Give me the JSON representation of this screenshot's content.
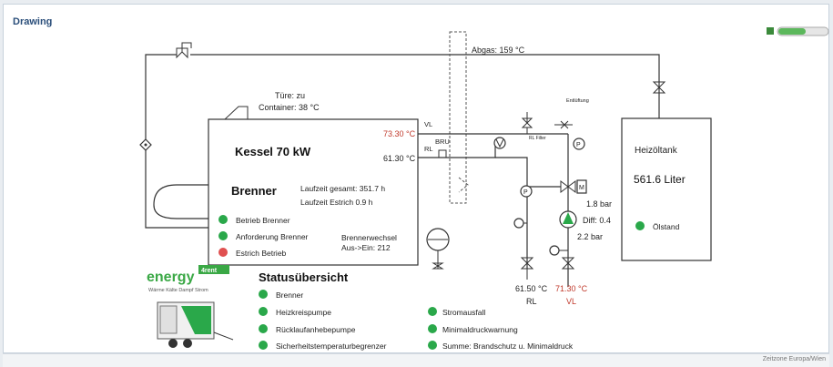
{
  "panel": {
    "title": "Drawing"
  },
  "footer": {
    "text": "Zeitzone Europa/Wien"
  },
  "colors": {
    "ok": "#2aa84a",
    "fault": "#e05050",
    "accent_text": "#c0392b",
    "brand": "#3aa845"
  },
  "diagram": {
    "abgas": "Abgas: 159 °C",
    "tuere": "Türe: zu",
    "container": "Container: 38 °C",
    "kessel": "Kessel 70 kW",
    "brenner": "Brenner",
    "laufzeit_gesamt": "Laufzeit gesamt: 351.7 h",
    "laufzeit_estrich": "Laufzeit Estrich 0.9 h",
    "vl_label": "VL",
    "rl_label": "RL",
    "bru_label": "BRU",
    "vl_temp": "73.30 °C",
    "rl_temp": "61.30 °C",
    "entlueftung": "Entlüftung",
    "rl_filter": "RL Filter",
    "pressure_top": "1.8 bar",
    "diff": "Diff: 0.4",
    "pressure_bottom": "2.2 bar",
    "rl_out_temp": "61.50 °C",
    "vl_out_temp": "71.30 °C",
    "rl_out_label": "RL",
    "vl_out_label": "VL",
    "brennerwechsel": "Brennerwechsel",
    "aus_ein": "Aus->Ein: 212",
    "tank_title": "Heizöltank",
    "tank_level": "561.6 Liter",
    "tank_status": "Ölstand"
  },
  "burner_status": [
    {
      "label": "Betrieb Brenner",
      "state": "ok"
    },
    {
      "label": "Anforderung Brenner",
      "state": "ok"
    },
    {
      "label": "Estrich Betrieb",
      "state": "fault"
    }
  ],
  "status": {
    "title": "Statusübersicht",
    "col1": [
      {
        "label": "Brenner"
      },
      {
        "label": "Heizkreispumpe"
      },
      {
        "label": "Rücklaufanhebepumpe"
      },
      {
        "label": "Sicherheitstemperaturbegrenzer"
      }
    ],
    "col2": [
      {
        "label": "Stromausfall"
      },
      {
        "label": "Minimaldruckwarnung"
      },
      {
        "label": "Summe: Brandschutz u. Minimaldruck"
      }
    ]
  },
  "logo": {
    "word": "energy",
    "tag": "4rent",
    "tagline": "Wärme Kälte Dampf Strom"
  }
}
